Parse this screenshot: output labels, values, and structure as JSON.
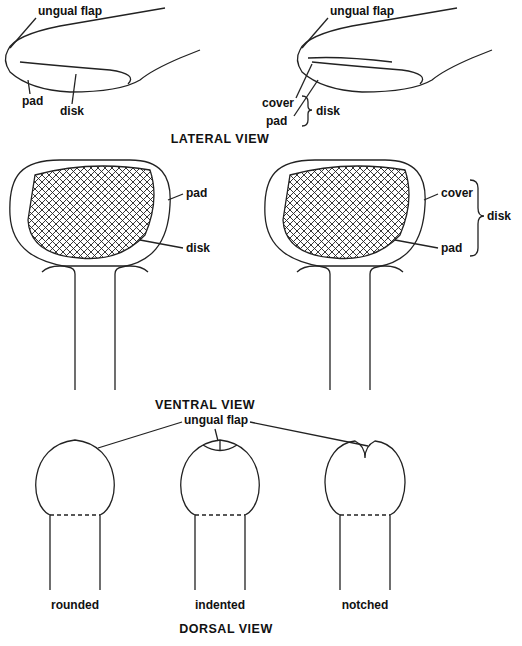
{
  "diagram": {
    "labels": [
      "ungual flap",
      "pad",
      "disk",
      "ungual flap",
      "cover",
      "pad",
      "disk",
      "LATERAL VIEW",
      "pad",
      "disk",
      "cover",
      "pad",
      "disk",
      "VENTRAL VIEW",
      "ungual flap",
      "rounded",
      "indented",
      "notched",
      "DORSAL VIEW"
    ]
  }
}
